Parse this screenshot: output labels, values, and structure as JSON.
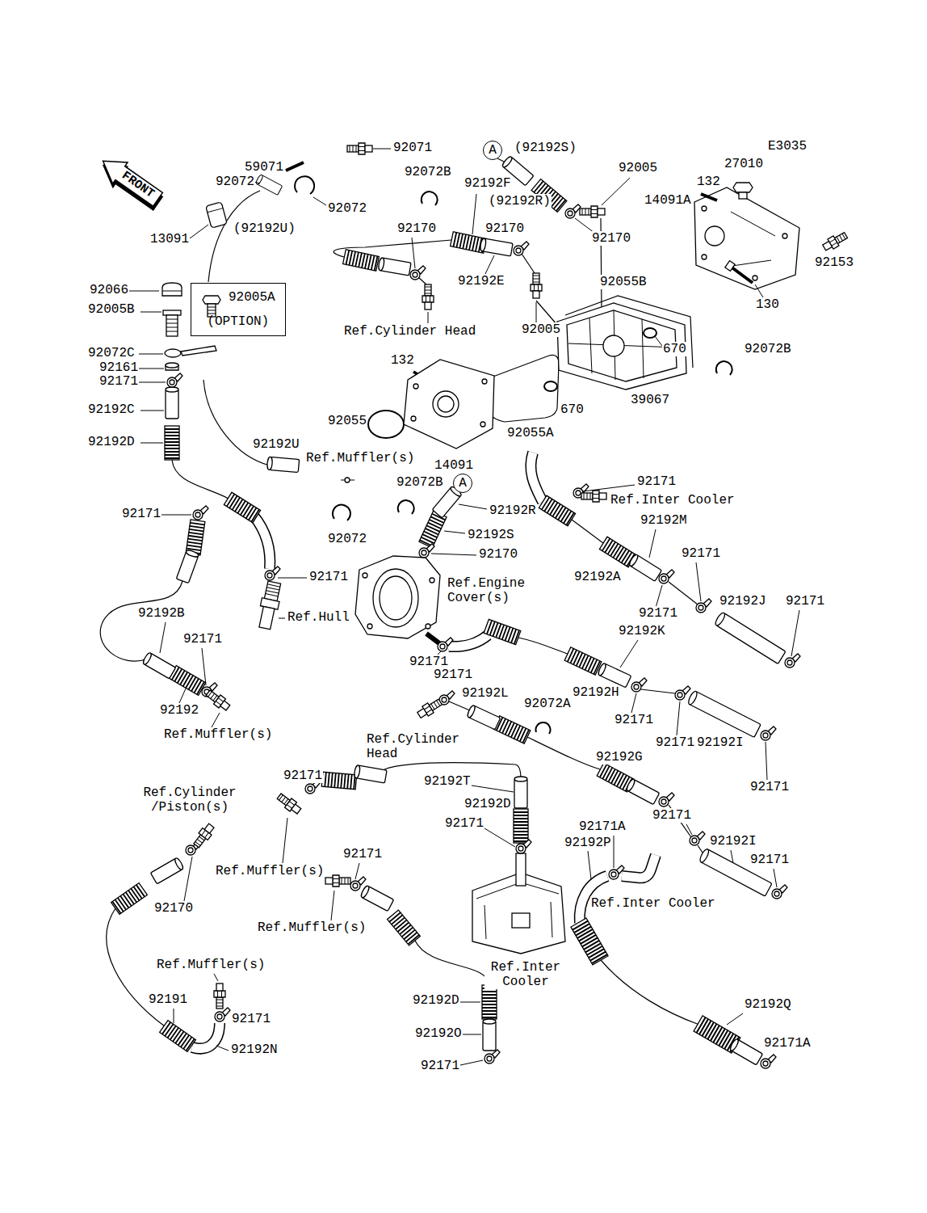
{
  "diagram": {
    "nodes": [
      {
        "text": [
          "A"
        ]
      },
      {
        "text": [
          "FRONT"
        ]
      },
      {
        "text": [
          "92005A",
          "(OPTION)"
        ]
      },
      {
        "text": [
          "A"
        ]
      }
    ],
    "labels": [
      "E3035",
      "92071",
      "(92192S)",
      "59071",
      "92005",
      "27010",
      "92072B",
      "92072",
      "132",
      "92192F",
      "(92192R)",
      "14091A",
      "92072",
      "(92192U)",
      "92170",
      "92170",
      "92170",
      "13091",
      "92153",
      "92192E",
      "92055B",
      "92066",
      "130",
      "92005B",
      "92005",
      "Ref.Cylinder Head",
      "670",
      "92072B",
      "92072C",
      "132",
      "92161",
      "92171",
      "39067",
      "670",
      "92192C",
      "92055",
      "92055A",
      "92192D",
      "92192U",
      "Ref.Muffler(s)",
      "14091",
      "92171",
      "92072B",
      "Ref.Inter Cooler",
      "92192R",
      "92171",
      "92192M",
      "92192S",
      "92072",
      "92171",
      "92170",
      "92192A",
      "92171",
      "Ref.Engine Cover(s)",
      "92192J",
      "92171",
      "92171",
      "92192B",
      "Ref.Hull",
      "92192K",
      "92171",
      "92171",
      "92171",
      "92192H",
      "92192L",
      "92072A",
      "92192",
      "92171",
      "Ref.Muffler(s)",
      "Ref.Cylinder Head",
      "92171",
      "92192I",
      "92192G",
      "92171",
      "92192T",
      "92171",
      "Ref.Cylinder /Piston(s)",
      "92192D",
      "92171",
      "92171",
      "92171A",
      "92192P",
      "92192I",
      "92171",
      "92171",
      "Ref.Muffler(s)",
      "Ref.Inter Cooler",
      "92170",
      "Ref.Muffler(s)",
      "Ref.Muffler(s)",
      "Ref.Inter Cooler",
      "92191",
      "92192D",
      "92192Q",
      "92171",
      "92192O",
      "92171A",
      "92192N",
      "92171"
    ]
  }
}
